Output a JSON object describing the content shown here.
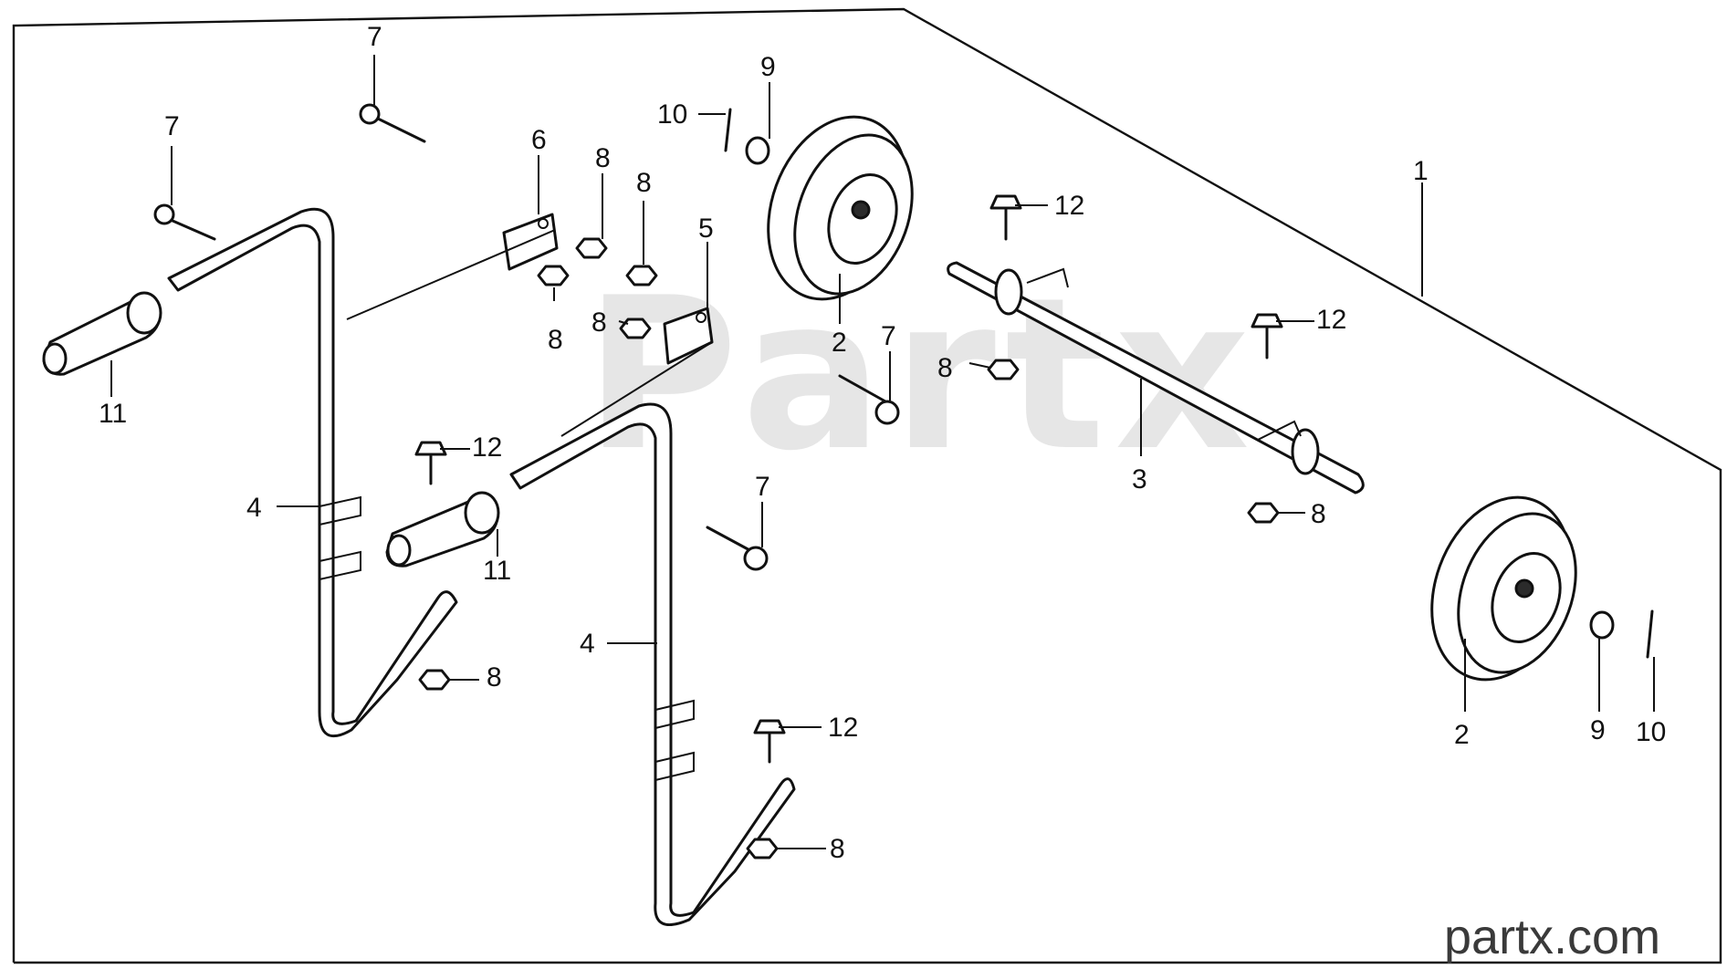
{
  "watermark": "Partx",
  "brand": "partx.com",
  "callouts": {
    "c1": "1",
    "c2a": "2",
    "c2b": "2",
    "c3": "3",
    "c4a": "4",
    "c4b": "4",
    "c5": "5",
    "c6": "6",
    "c7a": "7",
    "c7b": "7",
    "c7c": "7",
    "c7d": "7",
    "c8a": "8",
    "c8b": "8",
    "c8c": "8",
    "c8d": "8",
    "c8e": "8",
    "c8f": "8",
    "c8g": "8",
    "c8h": "8",
    "c9a": "9",
    "c9b": "9",
    "c10a": "10",
    "c10b": "10",
    "c11a": "11",
    "c11b": "11",
    "c12a": "12",
    "c12b": "12",
    "c12c": "12",
    "c12d": "12"
  }
}
